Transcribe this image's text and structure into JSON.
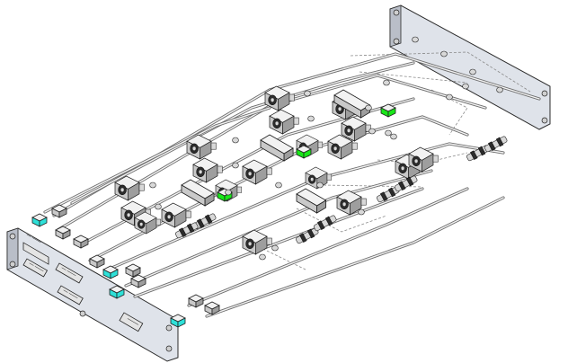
{
  "panel_labels": [
    {
      "id": "l1",
      "text": "— ——"
    },
    {
      "id": "l2",
      "text": "— ——"
    },
    {
      "id": "l3",
      "text": "— ——"
    },
    {
      "id": "l4",
      "text": "— ——"
    },
    {
      "id": "l5",
      "text": "——"
    }
  ],
  "colors": {
    "highlight_green": "#19e619",
    "highlight_cyan": "#2ee0d8",
    "plate": "#dfe3ea",
    "line": "#6d6d6d"
  },
  "icons": [
    "panel-screw-icon",
    "solenoid-valve-icon",
    "tube-fitting-icon",
    "filter-icon",
    "manifold-block-icon"
  ]
}
